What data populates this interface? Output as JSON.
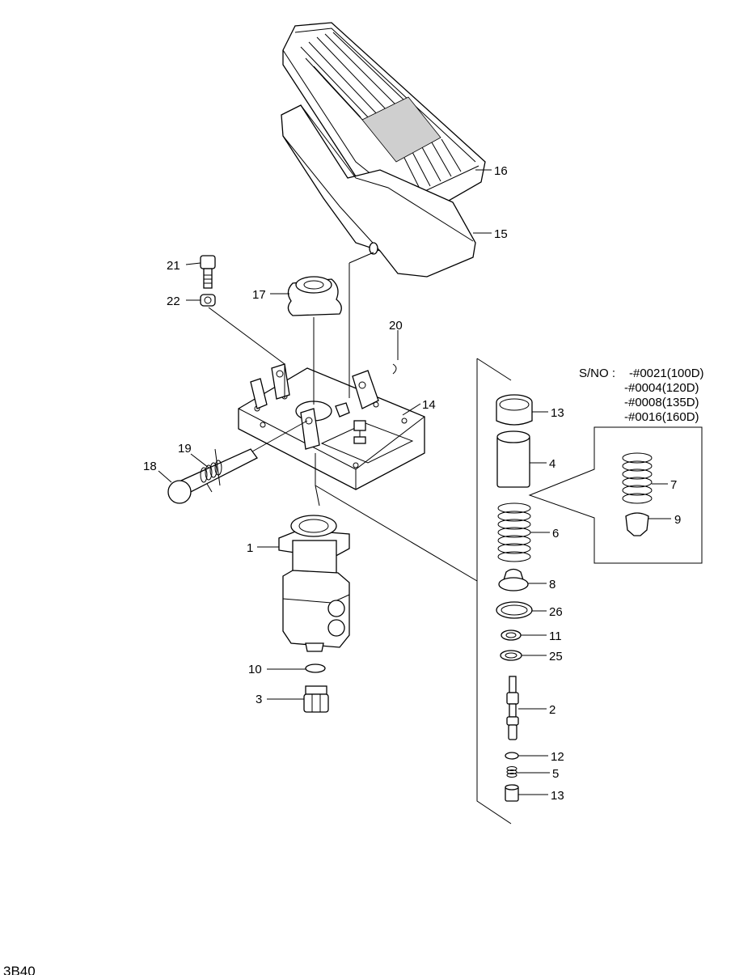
{
  "diagram": {
    "serial_note": {
      "prefix": "S/NO :",
      "lines": [
        "-#0021(100D)",
        "-#0004(120D)",
        "-#0008(135D)",
        "-#0016(160D)"
      ]
    },
    "page_code": "3B40",
    "callouts": {
      "c16": "16",
      "c15": "15",
      "c21": "21",
      "c22": "22",
      "c17": "17",
      "c20": "20",
      "c14": "14",
      "c19": "19",
      "c18": "18",
      "c1": "1",
      "c10": "10",
      "c3": "3",
      "c13a": "13",
      "c4": "4",
      "c7": "7",
      "c9": "9",
      "c6": "6",
      "c8": "8",
      "c26": "26",
      "c11": "11",
      "c25": "25",
      "c2": "2",
      "c12": "12",
      "c5": "5",
      "c13b": "13"
    }
  }
}
